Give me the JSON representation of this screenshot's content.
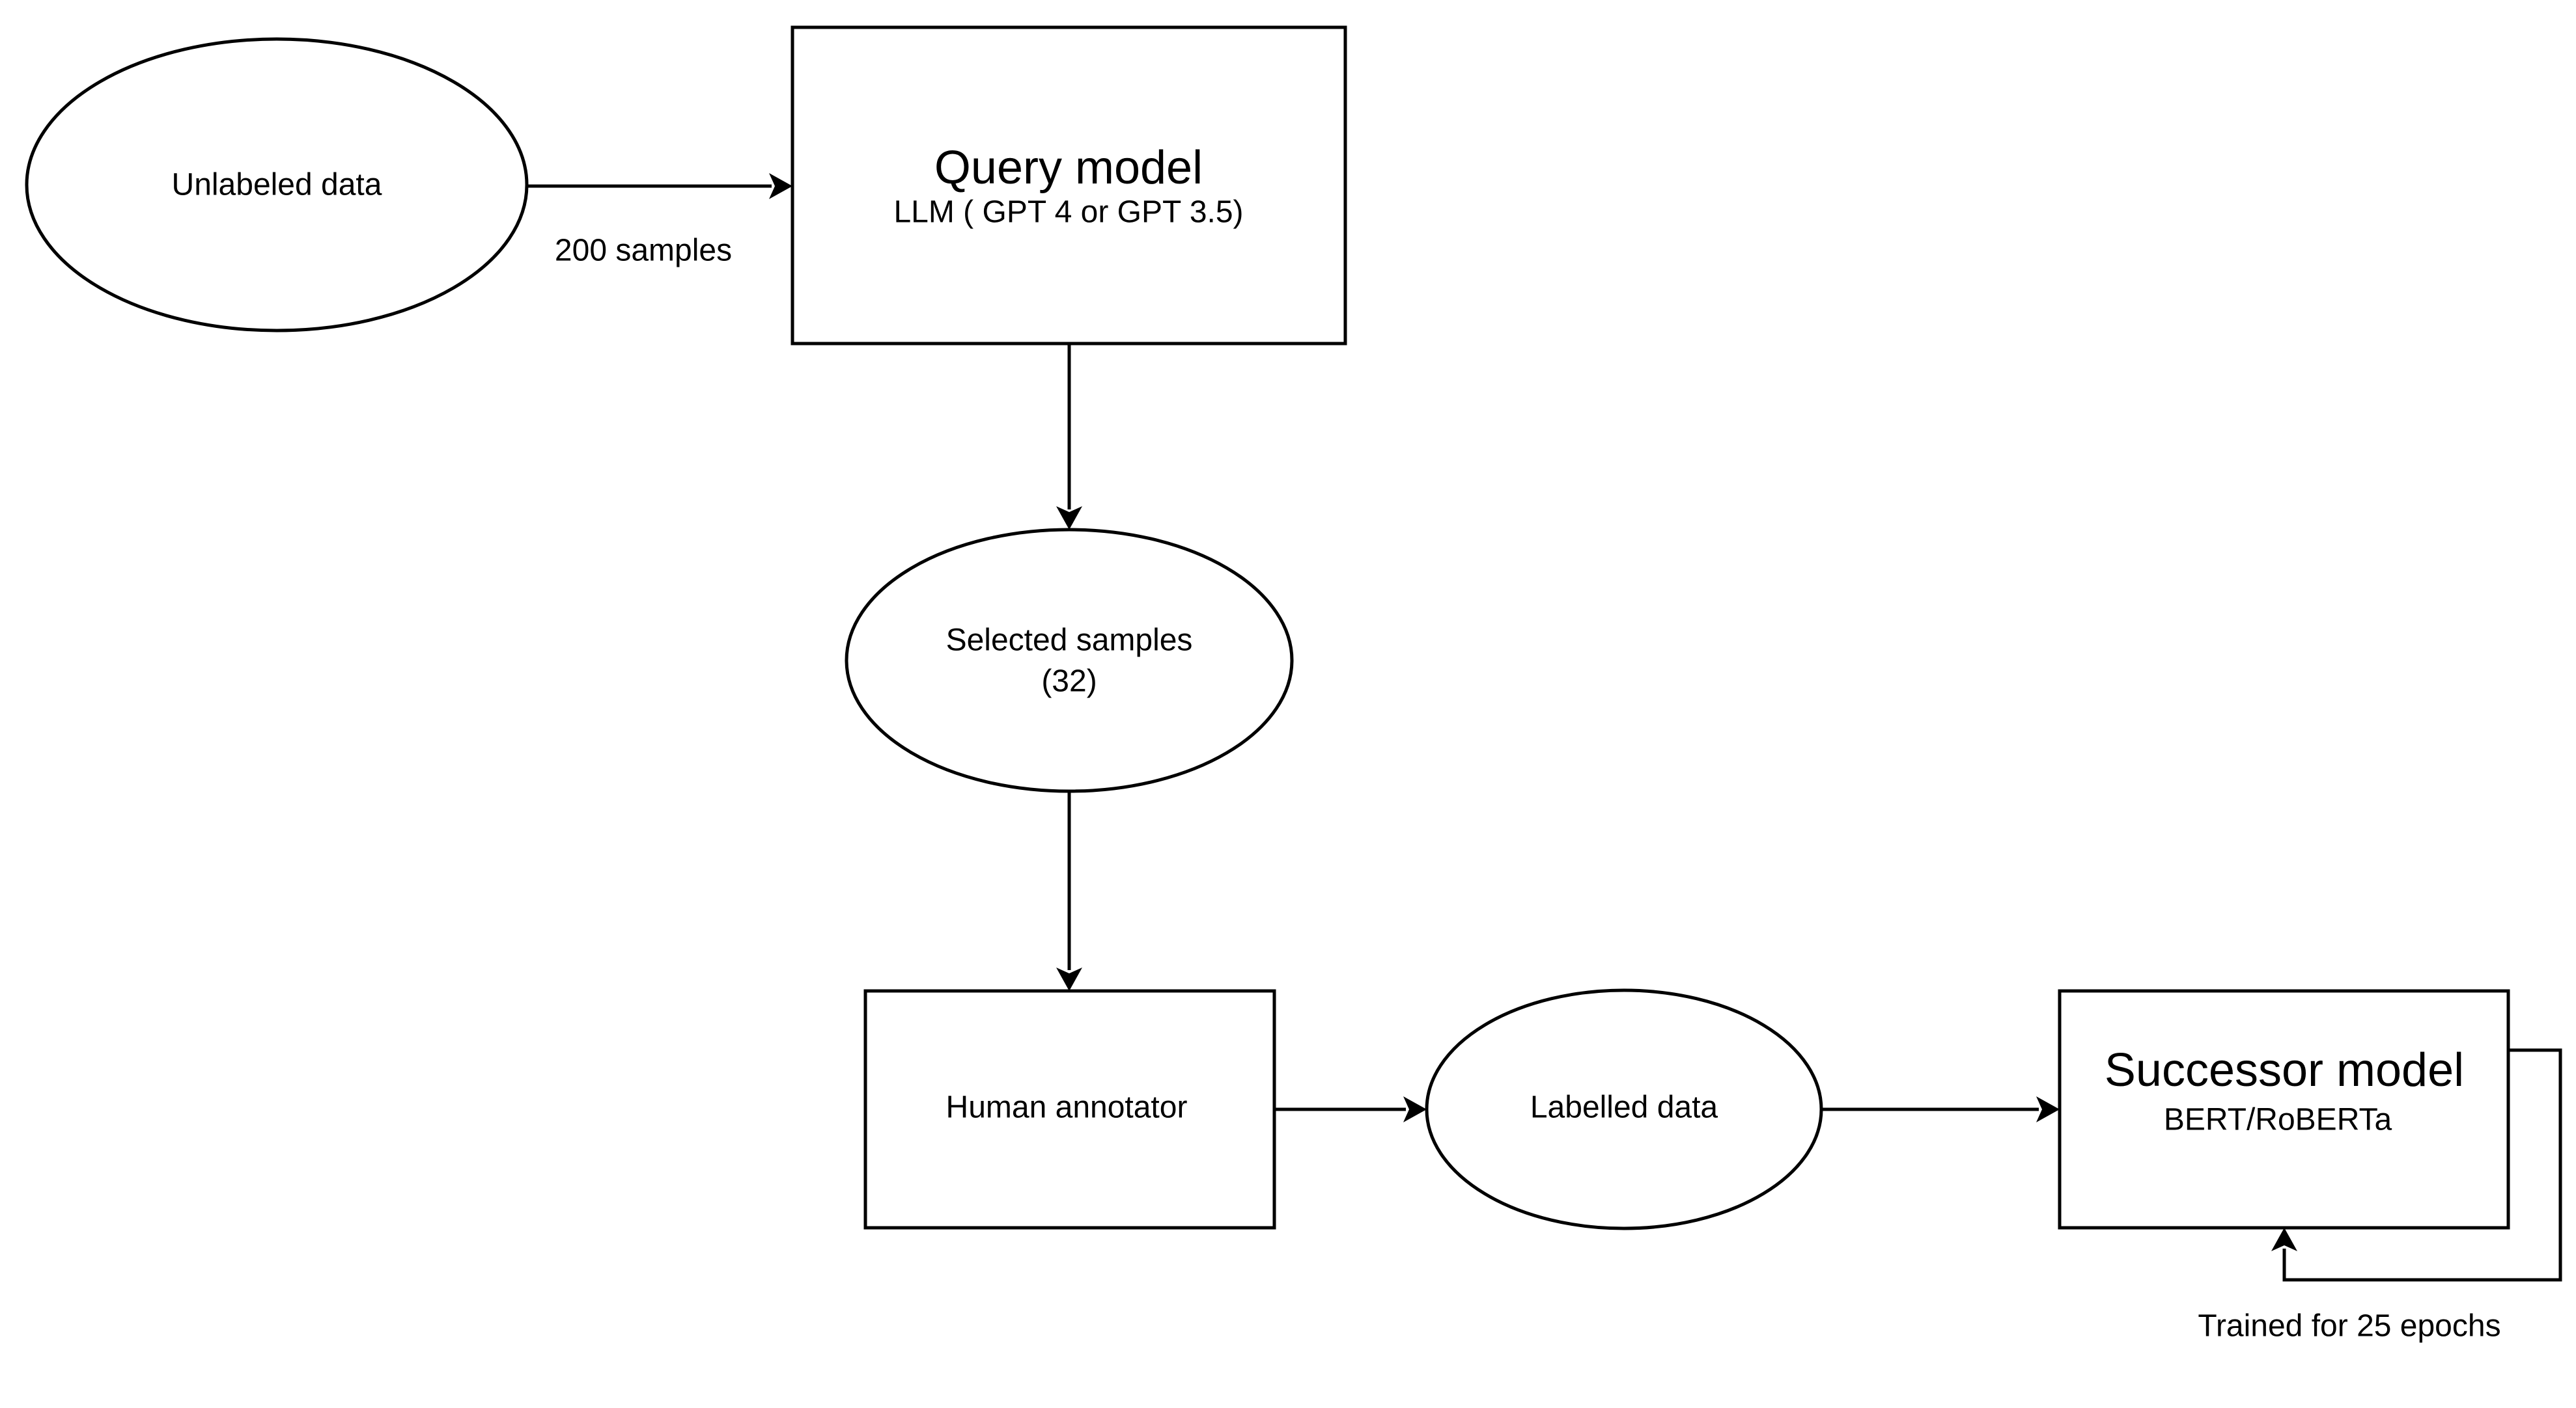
{
  "nodes": {
    "unlabeled_data": {
      "label": "Unlabeled data"
    },
    "query_model": {
      "title": "Query model",
      "subtitle": "LLM ( GPT 4 or GPT 3.5)"
    },
    "selected_samples": {
      "line1": "Selected samples",
      "line2": "(32)"
    },
    "human_annotator": {
      "label": "Human annotator"
    },
    "labelled_data": {
      "label": "Labelled data"
    },
    "successor_model": {
      "title": "Successor model",
      "subtitle": "BERT/RoBERTa"
    }
  },
  "edges": {
    "unlabeled_to_query": {
      "label": "200 samples"
    },
    "successor_loop": {
      "label": "Trained for 25 epochs"
    }
  },
  "colors": {
    "stroke": "#000000",
    "fill": "#ffffff",
    "background": "#ffffff"
  }
}
